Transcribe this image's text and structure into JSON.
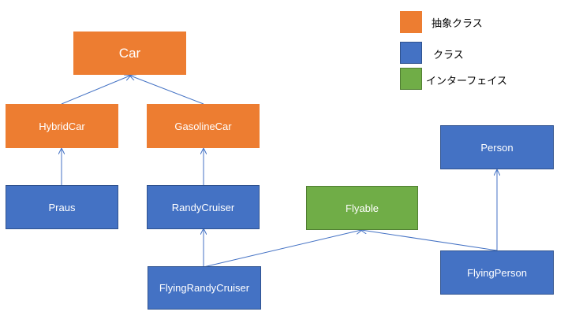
{
  "legend": {
    "abstract_class": "抽象クラス",
    "class": "クラス",
    "interface": "インターフェイス"
  },
  "nodes": {
    "car": "Car",
    "hybrid_car": "HybridCar",
    "gasoline_car": "GasolineCar",
    "praus": "Praus",
    "randy_cruiser": "RandyCruiser",
    "flyable": "Flyable",
    "person": "Person",
    "flying_randy_cruiser": "FlyingRandyCruiser",
    "flying_person": "FlyingPerson"
  },
  "colors": {
    "abstract_class": "#ED7D31",
    "class": "#4472C4",
    "interface": "#70AD47",
    "connector": "#4472C4"
  }
}
